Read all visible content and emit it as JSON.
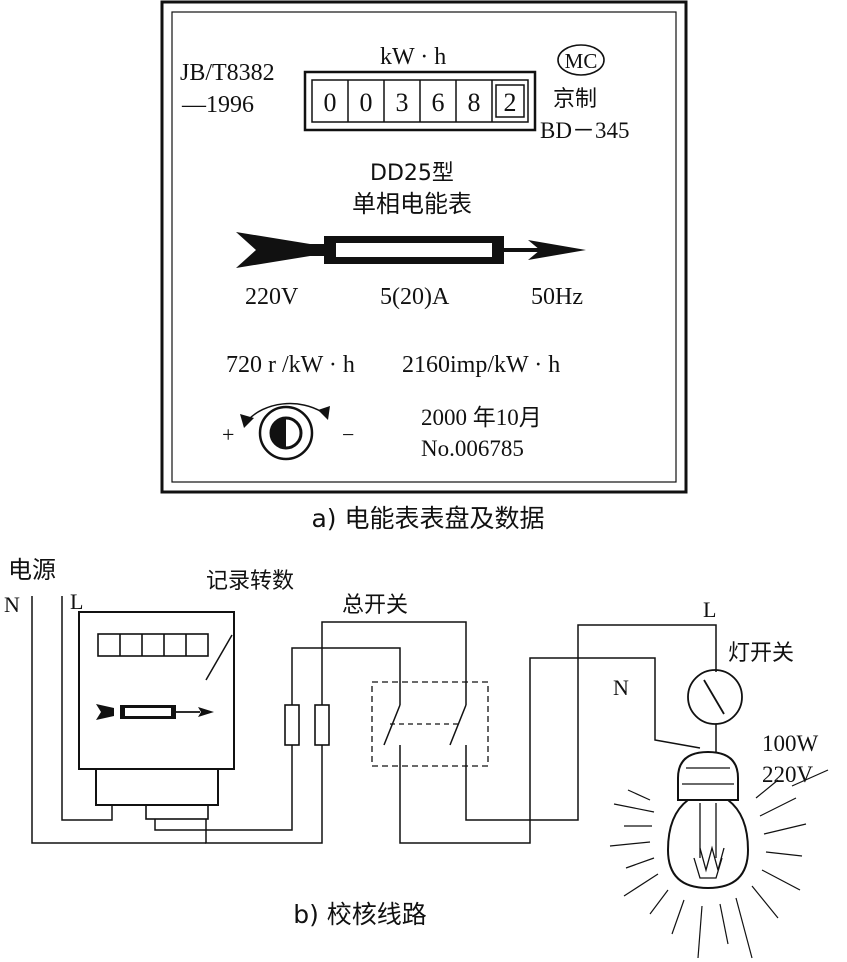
{
  "meter_face": {
    "standard_line1": "JB/T8382",
    "standard_line2": "—1996",
    "register_unit": "kW · h",
    "register_digits": [
      "0",
      "0",
      "3",
      "6",
      "8",
      "2"
    ],
    "mc_mark": "MC",
    "maker": "京制",
    "model_code": "BD－345",
    "type_line": "DD25型",
    "name_line": "单相电能表",
    "voltage": "220V",
    "current": "5(20)A",
    "frequency": "50Hz",
    "constant_rev": "720 r /kW · h",
    "constant_imp": "2160imp/kW · h",
    "plus_sign": "+",
    "minus_sign": "−",
    "date": "2000 年10月",
    "serial": "No.006785"
  },
  "caption_a": "a) 电能表表盘及数据",
  "circuit": {
    "power_source": "电源",
    "n_left": "N",
    "l_left": "L",
    "record_revs": "记录转数",
    "main_switch": "总开关",
    "l_right": "L",
    "n_right": "N",
    "lamp_switch": "灯开关",
    "lamp_power": "100W",
    "lamp_voltage": "220V"
  },
  "caption_b": "b) 校核线路"
}
